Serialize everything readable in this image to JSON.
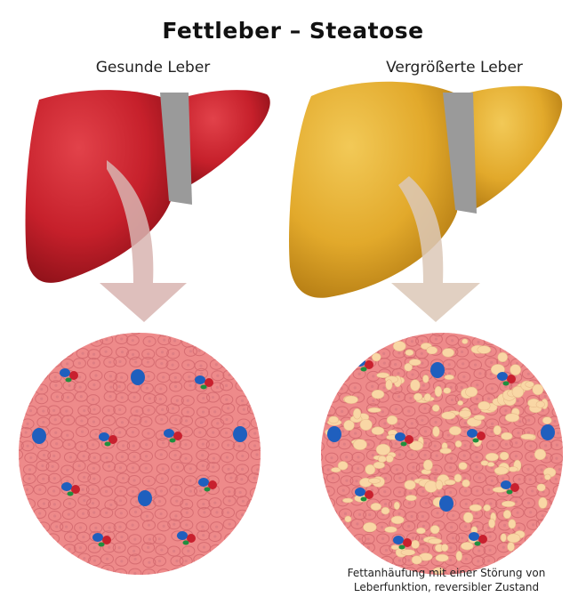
{
  "title": "Fettleber – Steatose",
  "left": {
    "label": "Gesunde Leber",
    "liver_color": "#c6202b",
    "liver_highlight": "#e2424a",
    "arrow_color": "#d8b4b0"
  },
  "right": {
    "label": "Vergrößerte Leber",
    "liver_color": "#e2a92b",
    "liver_highlight": "#f2c957",
    "arrow_color": "#dcc8b7",
    "caption_line1": "Fettanhäufung mit einer Störung von",
    "caption_line2": "Leberfunktion, reversibler Zustand"
  },
  "tissue": {
    "background": "#ee8a8a",
    "cell_outline": "#d66d72",
    "nucleus_color": "#de7f84",
    "fat_color": "#f9d7a5",
    "vein_blue": "#1f5fbe",
    "vein_red": "#c8202e",
    "vein_green": "#1f8f3e"
  },
  "ligament_color": "#9a9a9a"
}
